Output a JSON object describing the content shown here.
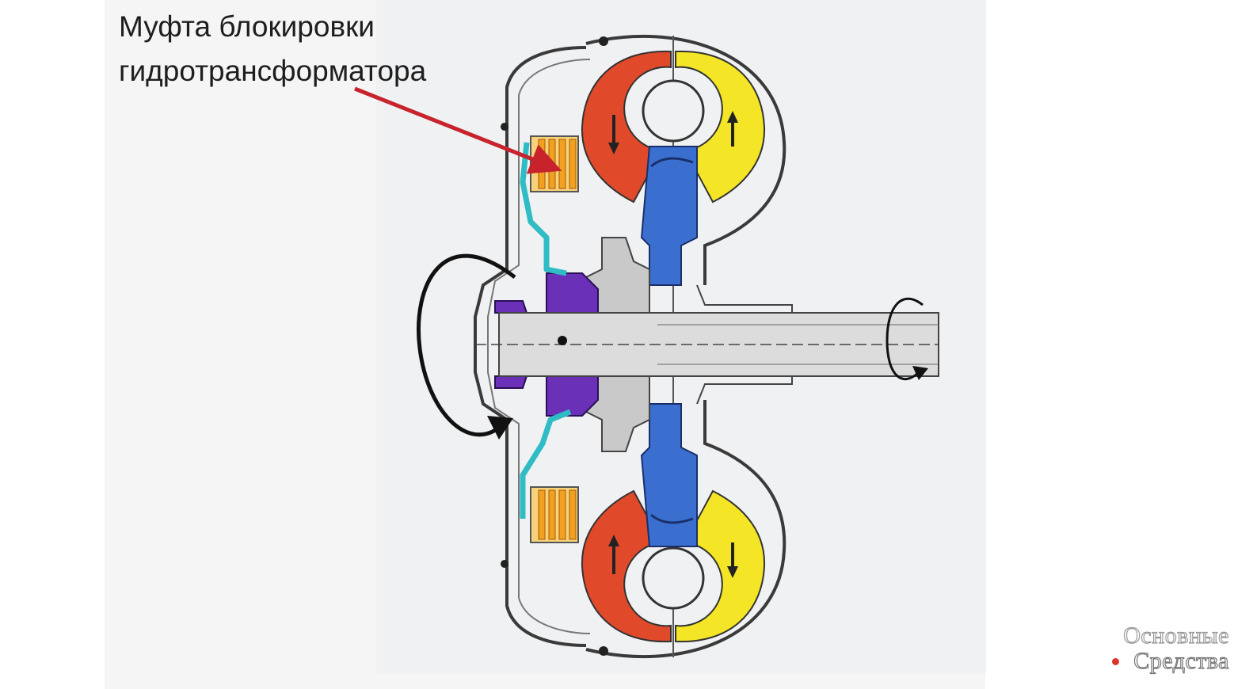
{
  "callout": {
    "line1": "Муфта блокировки",
    "line2": "гидротрансформатора"
  },
  "watermark": {
    "line1": "Основные",
    "line2": "Средства"
  },
  "colors": {
    "pump": "#e1492b",
    "turbine": "#f4e526",
    "stator": "#3a6fd0",
    "clutch_plates": "#f1a122",
    "piston": "#2fbcc4",
    "damper": "#6a30b8",
    "pointer_arrow": "#c8232c",
    "background_panel": "#f5f5f5"
  }
}
